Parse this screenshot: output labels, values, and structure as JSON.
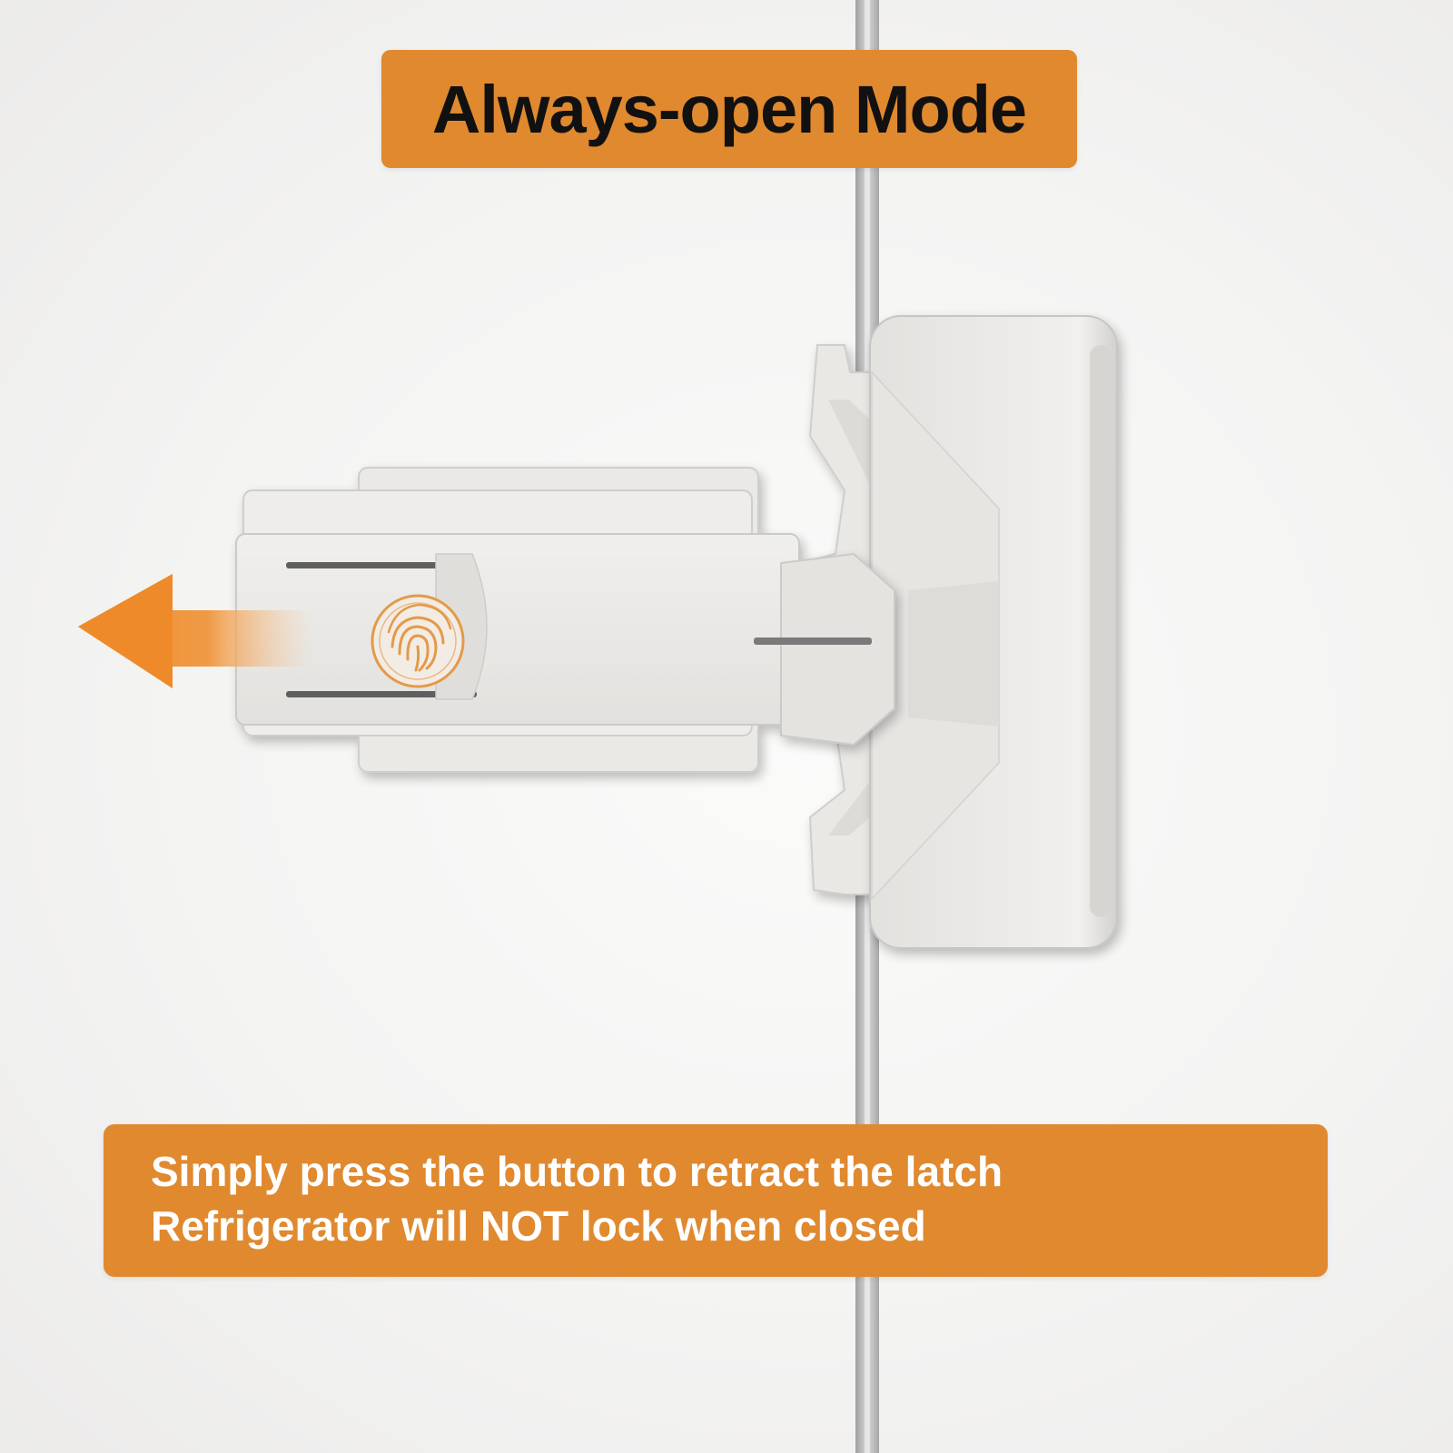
{
  "title": "Always-open Mode",
  "caption": {
    "line1": "Simply press the button to retract the latch",
    "line2": "Refrigerator will NOT lock when closed"
  },
  "colors": {
    "accent": "#e0892f",
    "accent_arrow": "#ee8a2a",
    "lock_body": "#ecebe9",
    "lock_shadow": "#c9c8c5",
    "fingerprint": "#e39a4a",
    "door_gap": "#b7b7b7"
  },
  "icons": {
    "button": "fingerprint-icon",
    "direction": "arrow-left-icon"
  }
}
